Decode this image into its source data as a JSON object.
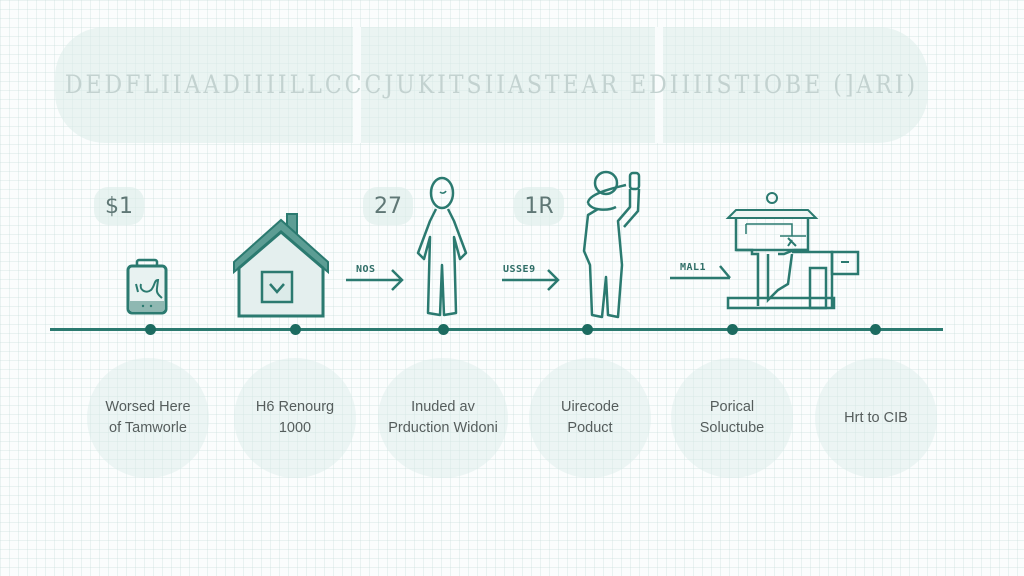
{
  "header": {
    "title": "DEDFLIIAADIIIILLCCCJUKITSIIASTEAR EDIIIISTIOBE (]ARI)"
  },
  "badges": [
    {
      "label": "$1"
    },
    {
      "label": "27"
    },
    {
      "label": "1R"
    }
  ],
  "arrows": [
    {
      "label": "NOS"
    },
    {
      "label": "USSE9"
    },
    {
      "label": "MAL1"
    }
  ],
  "steps": [
    {
      "icon": "battery-phone-icon",
      "line1": "Worsed Here",
      "line2": "of Tamworle"
    },
    {
      "icon": "house-icon",
      "line1": "H6 Renourg",
      "line2": "1000"
    },
    {
      "icon": "person-standing-icon",
      "line1": "Inuded av",
      "line2": "Prduction Widoni"
    },
    {
      "icon": "person-waving-icon",
      "line1": "Uirecode",
      "line2": "Poduct"
    },
    {
      "icon": "machine-icon",
      "line1": "Porical",
      "line2": "Soluctube"
    },
    {
      "icon": "end-node",
      "line1": "Hrt to CIB",
      "line2": ""
    }
  ],
  "colors": {
    "accent": "#2b7a70",
    "accent_dark": "#1c6b60",
    "fill_light": "#dcecea",
    "text": "#555d5c"
  }
}
